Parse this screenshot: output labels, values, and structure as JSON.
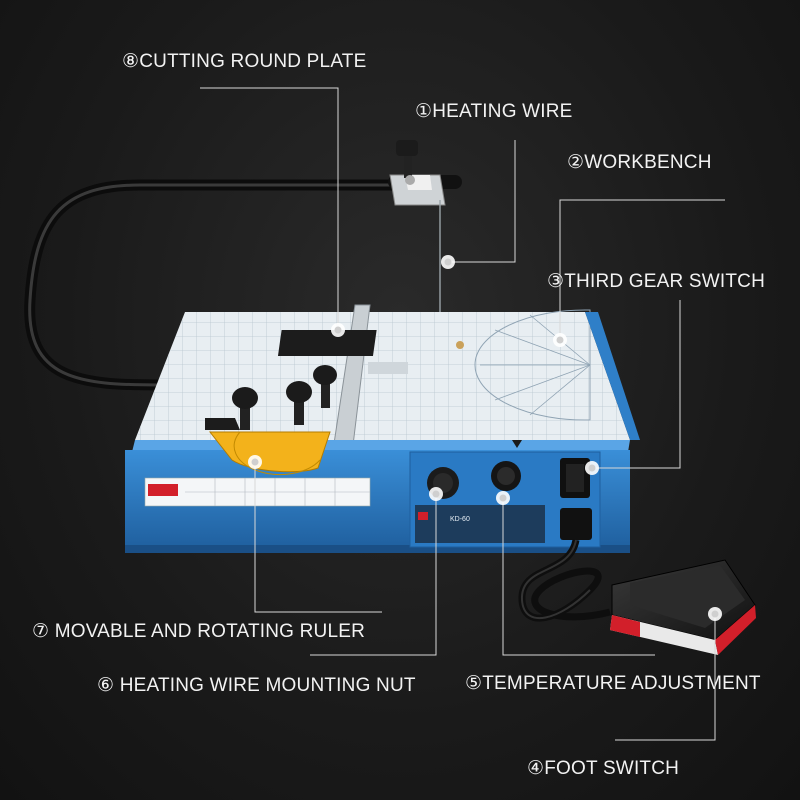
{
  "labels": {
    "cutting_round_plate": "⑧CUTTING ROUND PLATE",
    "heating_wire": "①HEATING WIRE",
    "workbench": "②WORKBENCH",
    "third_gear_switch": "③THIRD GEAR SWITCH",
    "movable_rotating_ruler": "⑦ MOVABLE AND ROTATING RULER",
    "mounting_nut": "⑥ HEATING WIRE MOUNTING NUT",
    "temperature_adjustment": "⑤TEMPERATURE ADJUSTMENT",
    "foot_switch": "④FOOT SWITCH"
  },
  "device": {
    "model_label": "KD-60"
  },
  "colors": {
    "body_blue": "#2f7fc8",
    "body_blue_dark": "#1f5f9e",
    "table_top": "#e8eef2",
    "grid_line": "#b9c6d0",
    "ruler_yellow": "#f3b21b",
    "knob_black": "#1b1b1b",
    "leader_line": "#d8d8d8",
    "marker_red": "#d21f2a"
  }
}
